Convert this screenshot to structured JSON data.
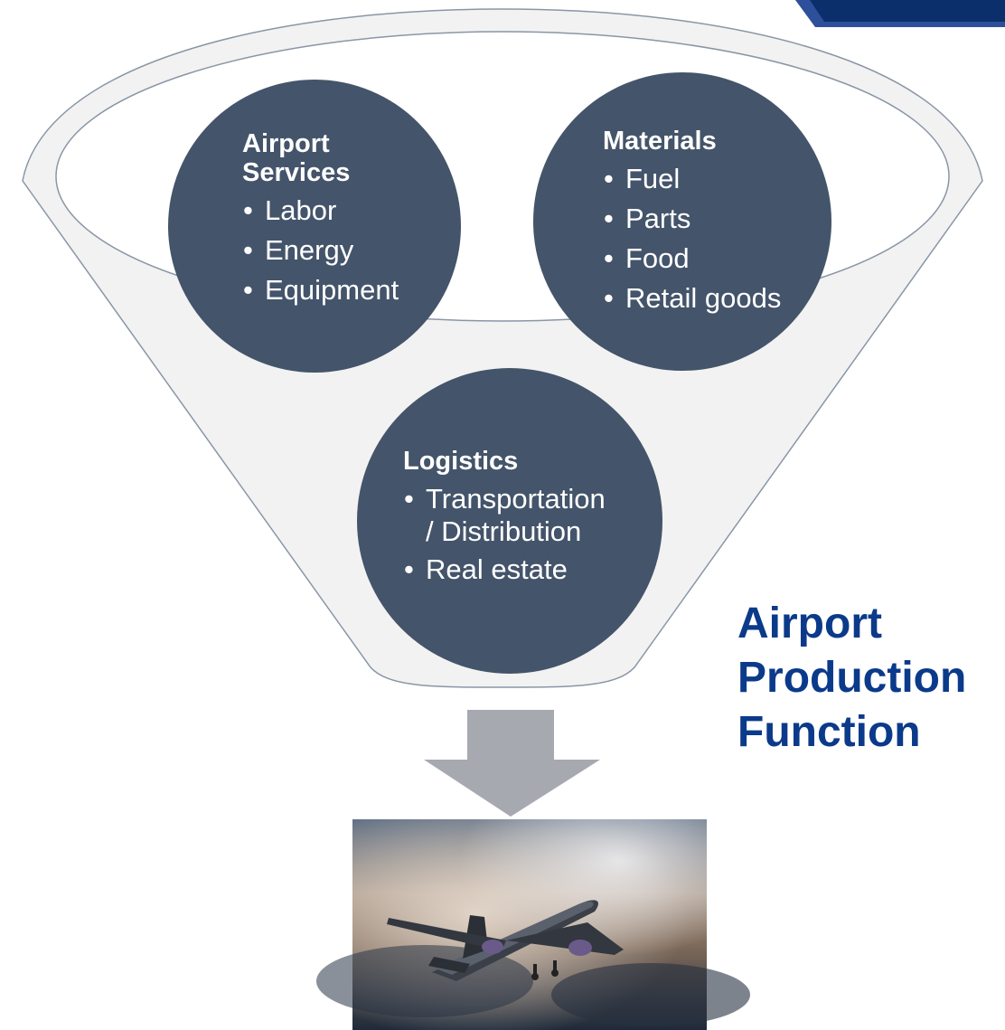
{
  "title": "Airport\nProduction\nFunction",
  "nodes": [
    {
      "id": "services",
      "heading": "Airport\nServices",
      "items": [
        "Labor",
        "Energy",
        "Equipment"
      ]
    },
    {
      "id": "materials",
      "heading": "Materials",
      "items": [
        "Fuel",
        "Parts",
        "Food",
        "Retail goods"
      ]
    },
    {
      "id": "logistics",
      "heading": "Logistics",
      "items": [
        "Transportation\n/ Distribution",
        "Real estate"
      ]
    }
  ],
  "colors": {
    "circle": "#44546a",
    "funnel_fill": "#f2f2f2",
    "funnel_stroke": "#8a96a6",
    "arrow": "#a6a9b0",
    "title": "#0b3a8a",
    "banner_dark": "#0b2f6b"
  },
  "icons": {
    "arrow": "down-arrow-icon",
    "output": "airplane-photo"
  }
}
